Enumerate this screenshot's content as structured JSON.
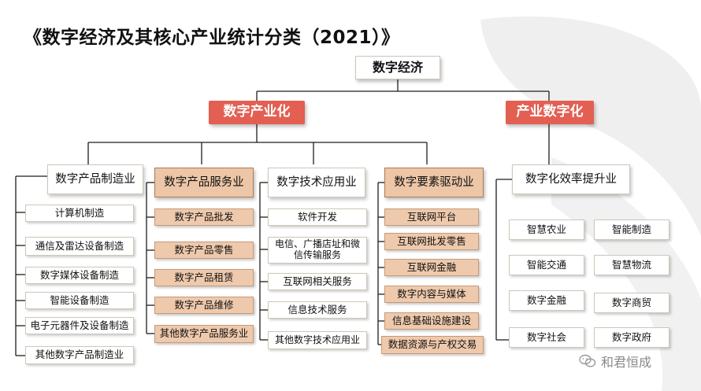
{
  "title": "《数字经济及其核心产业统计分类（2021）》",
  "root": "数字经济",
  "branches": [
    "数字产业化",
    "产业数字化"
  ],
  "categories": [
    {
      "label": "数字产品制造业",
      "items": [
        "计算机制造",
        "通信及雷达设备制造",
        "数字媒体设备制造",
        "智能设备制造",
        "电子元器件及设备制造",
        "其他数字产品制造业"
      ]
    },
    {
      "label": "数字产品服务业",
      "items": [
        "数字产品批发",
        "数字产品零售",
        "数字产品租赁",
        "数字产品维修",
        "其他数字产品服务业"
      ]
    },
    {
      "label": "数字技术应用业",
      "items": [
        "软件开发",
        "电信、广播店址和微信传输服务",
        "互联网相关服务",
        "信息技术服务",
        "其他数字技术应用业"
      ]
    },
    {
      "label": "数字要素驱动业",
      "items": [
        "互联网平台",
        "互联网批发零售",
        "互联网金融",
        "数字内容与媒体",
        "信息基础设施建设",
        "数据资源与产权交易"
      ]
    },
    {
      "label": "数字化效率提升业",
      "items": [
        "智慧农业",
        "智能制造",
        "智能交通",
        "智慧物流",
        "数字金融",
        "数字商贸",
        "数字社会",
        "数字政府"
      ]
    }
  ],
  "watermark": "和君恒成",
  "colors": {
    "accent_red": "#e35f52",
    "tan_fill": "#eec9ac",
    "tan_border": "#b07a56"
  }
}
